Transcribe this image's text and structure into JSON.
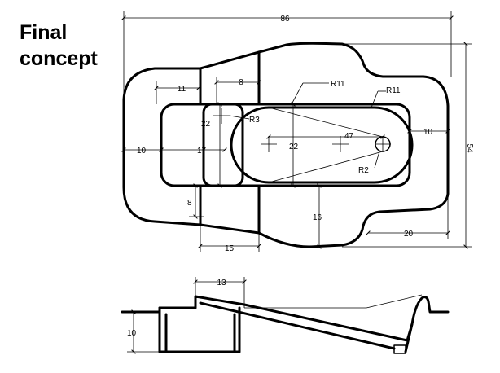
{
  "title": {
    "line1": "Final",
    "line2": "concept"
  },
  "dimensions": {
    "overall_width": "86",
    "overall_height": "54",
    "top_11": "11",
    "top_8": "8",
    "radius_r11_left": "R11",
    "radius_r11_right": "R11",
    "radius_r3": "R3",
    "radius_r2": "R2",
    "dim_22_left": "22",
    "dim_22_center": "22",
    "dim_47": "47",
    "dim_10_left": "10",
    "dim_17": "17",
    "dim_10_right": "10",
    "dim_8": "8",
    "dim_16": "16",
    "dim_15": "15",
    "dim_20": "20",
    "side_13": "13",
    "side_10": "10"
  }
}
